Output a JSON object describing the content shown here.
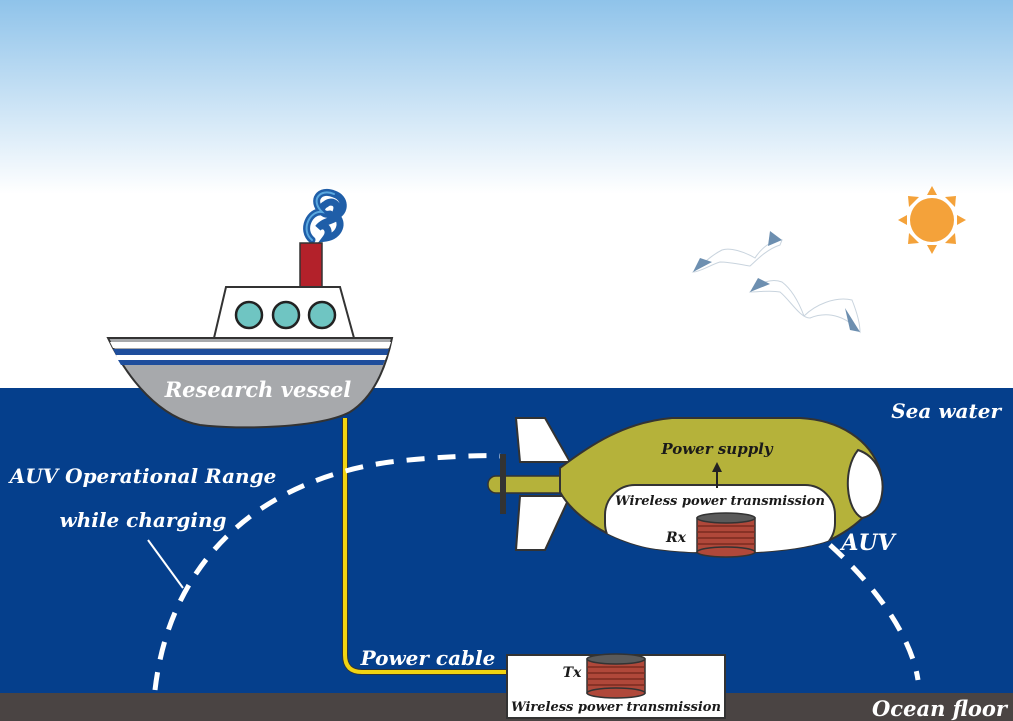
{
  "labels": {
    "research_vessel": "Research vessel",
    "sea_water": "Sea water",
    "range_line1": "AUV Operational Range",
    "range_line2": "while charging",
    "power_supply": "Power supply",
    "wpt_auv": "Wireless power transmission",
    "rx": "Rx",
    "auv": "AUV",
    "power_cable": "Power cable",
    "tx": "Tx",
    "wpt_station": "Wireless power transmission",
    "ocean_floor": "Ocean floor"
  },
  "colors": {
    "sky_top": "#8fc3ea",
    "sky_bottom": "#ffffff",
    "sea": "#053f8c",
    "floor": "#4a4443",
    "hull": "#a7a9ac",
    "stripe": "#1f4e9c",
    "porthole": "#6fc5c2",
    "funnel": "#b3212a",
    "smoke": "#1f5ea8",
    "cable": "#f2d411",
    "auv_body": "#b5b23a",
    "coil": "#b0483a",
    "sun": "#f4a23a",
    "gull_wing": "#6d8fb0"
  },
  "icons": [
    "sun-icon",
    "seagull-icon",
    "smoke-icon",
    "coil-icon"
  ]
}
